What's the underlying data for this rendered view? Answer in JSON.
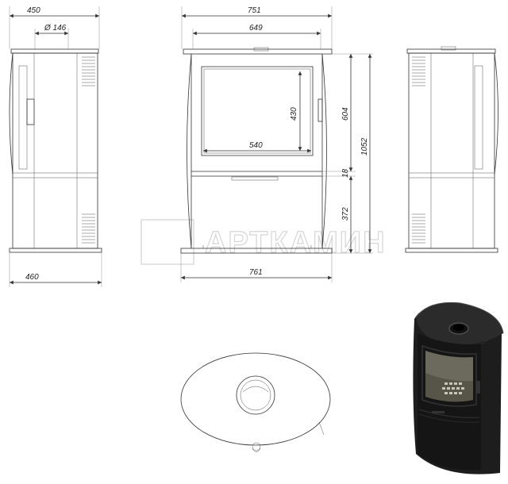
{
  "dimensions": {
    "side_width_top": "450",
    "flue_diameter": "Ø 146",
    "side_width_bottom": "460",
    "front_width_top": "751",
    "front_inner_width": "649",
    "glass_height": "430",
    "glass_width": "540",
    "door_height": "604",
    "gap_height": "18",
    "base_height": "372",
    "total_height": "1052",
    "front_width_bottom": "761"
  },
  "watermark": "АРТКАМИН",
  "colors": {
    "stove_body": "#1a1a1a",
    "stove_glass": "#6b6a5c",
    "line": "#333333"
  }
}
